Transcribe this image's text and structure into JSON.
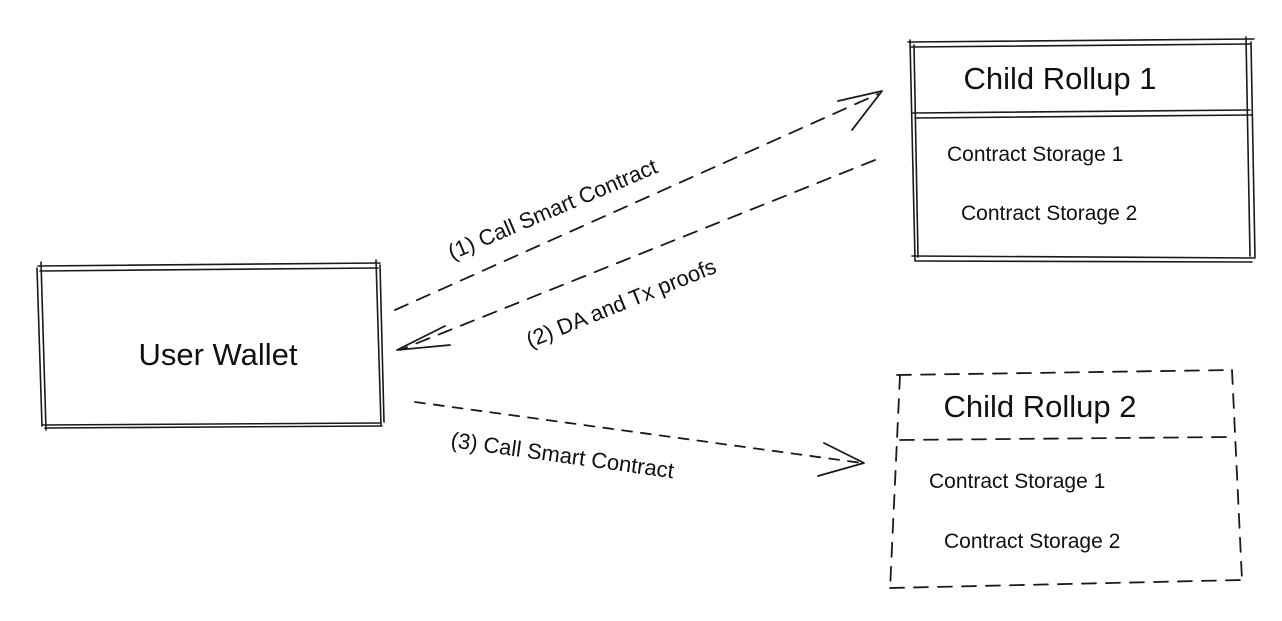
{
  "user_wallet": {
    "title": "User Wallet"
  },
  "rollup1": {
    "title": "Child Rollup 1",
    "items": [
      "Contract Storage 1",
      "Contract Storage 2"
    ]
  },
  "rollup2": {
    "title": "Child Rollup 2",
    "items": [
      "Contract Storage 1",
      "Contract Storage 2"
    ]
  },
  "arrows": {
    "a1": "(1) Call Smart Contract",
    "a2": "(2) DA and Tx proofs",
    "a3": "(3) Call Smart Contract"
  },
  "colors": {
    "stroke": "#1a1a1a",
    "background": "#ffffff"
  }
}
